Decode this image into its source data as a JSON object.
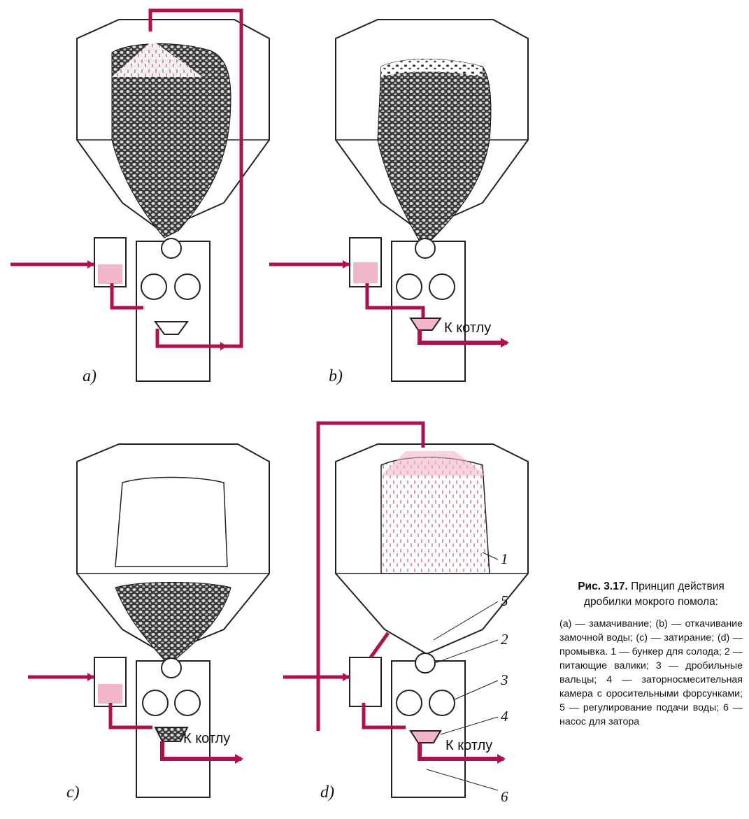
{
  "figure": {
    "panels": [
      {
        "id": "a",
        "label": "a)"
      },
      {
        "id": "b",
        "label": "b)",
        "outlet_label": "К котлу"
      },
      {
        "id": "c",
        "label": "c)",
        "outlet_label": "К котлу"
      },
      {
        "id": "d",
        "label": "d)",
        "outlet_label": "К котлу"
      }
    ],
    "callouts": [
      "1",
      "5",
      "2",
      "3",
      "4",
      "6"
    ]
  },
  "caption": {
    "number": "Рис. 3.17.",
    "title": "Принцип действия дробилки мокрого помола:",
    "body": "(a) — замачивание; (b) — откачивание замочной воды; (c) — затирание; (d) — промывка. 1 — бункер для солода; 2 — питающие валики; 3 — дробильные вальцы; 4 — заторносмесительная камера с оросительными форсунками; 5 — регулирование подачи воды; 6 — насос для затора"
  },
  "colors": {
    "pipe": "#b0104e",
    "water": "#f2b6c9",
    "grain": "#2a2a2a",
    "line": "#222222"
  }
}
